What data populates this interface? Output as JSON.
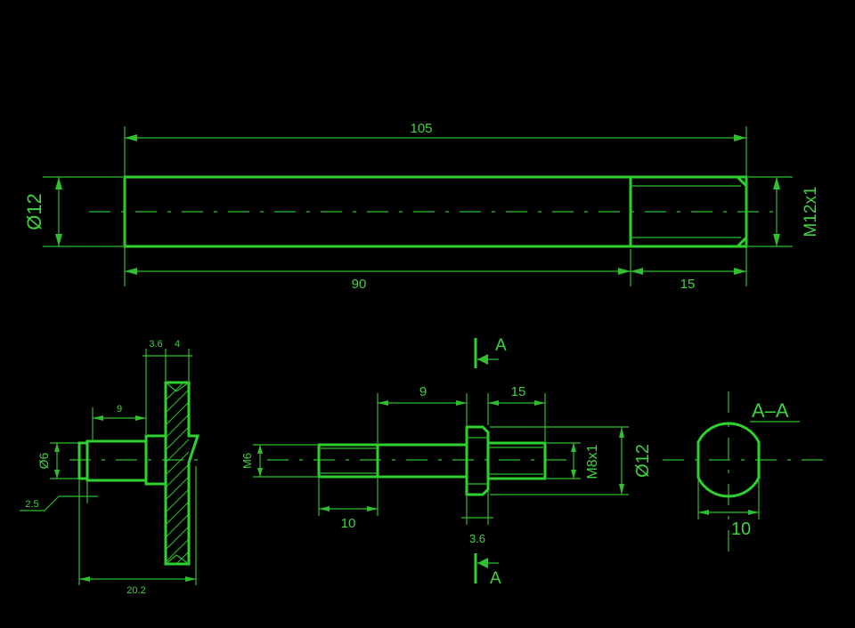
{
  "colors": {
    "background": "#000000",
    "line": "#2fd12f",
    "text": "#3fd23f"
  },
  "shaft_view": {
    "dims": {
      "overall_length": "105",
      "plain_length": "90",
      "thread_length": "15",
      "diameter": "Ø12",
      "thread": "M12x1"
    }
  },
  "detail_left": {
    "dims": {
      "width_a": "3.6",
      "width_b": "4",
      "length": "9",
      "diameter": "Ø6",
      "groove": "2.5",
      "overall": "20.2"
    }
  },
  "detail_middle": {
    "dims": {
      "left_length": "9",
      "right_length": "15",
      "thread_left": "M6",
      "left_thread_len": "10",
      "collar_width": "3.6",
      "thread_right": "M8x1",
      "collar_diameter": "Ø12"
    },
    "section_marker_top": "A",
    "section_marker_bottom": "A"
  },
  "section_view": {
    "title": "A–A",
    "flat_width": "10"
  }
}
